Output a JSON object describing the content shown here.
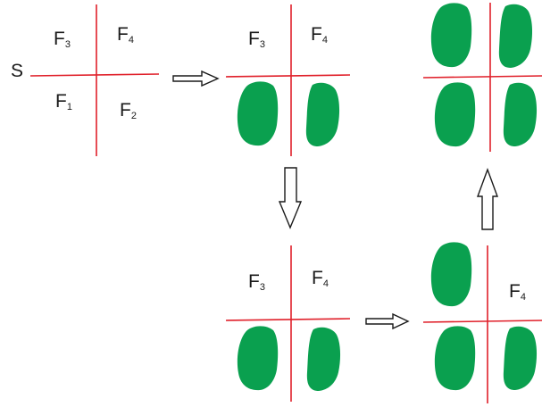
{
  "diagram": {
    "axis_color": "#e0202a",
    "blob_color": "#0aa04f",
    "axis_label": "S",
    "panels": [
      {
        "id": "p1",
        "labels": {
          "tl": {
            "main": "F",
            "sub": "3"
          },
          "tr": {
            "main": "F",
            "sub": "4"
          },
          "bl": {
            "main": "F",
            "sub": "1"
          },
          "br": {
            "main": "F",
            "sub": "2"
          }
        }
      },
      {
        "id": "p2",
        "labels": {
          "tl": {
            "main": "F",
            "sub": "3"
          },
          "tr": {
            "main": "F",
            "sub": "4"
          }
        }
      },
      {
        "id": "p3",
        "labels": {
          "tl": {
            "main": "F",
            "sub": "3"
          },
          "tr": {
            "main": "F",
            "sub": "4"
          }
        }
      },
      {
        "id": "p4",
        "labels": {
          "tr": {
            "main": "F",
            "sub": "4"
          }
        }
      },
      {
        "id": "p5",
        "labels": {}
      }
    ]
  }
}
